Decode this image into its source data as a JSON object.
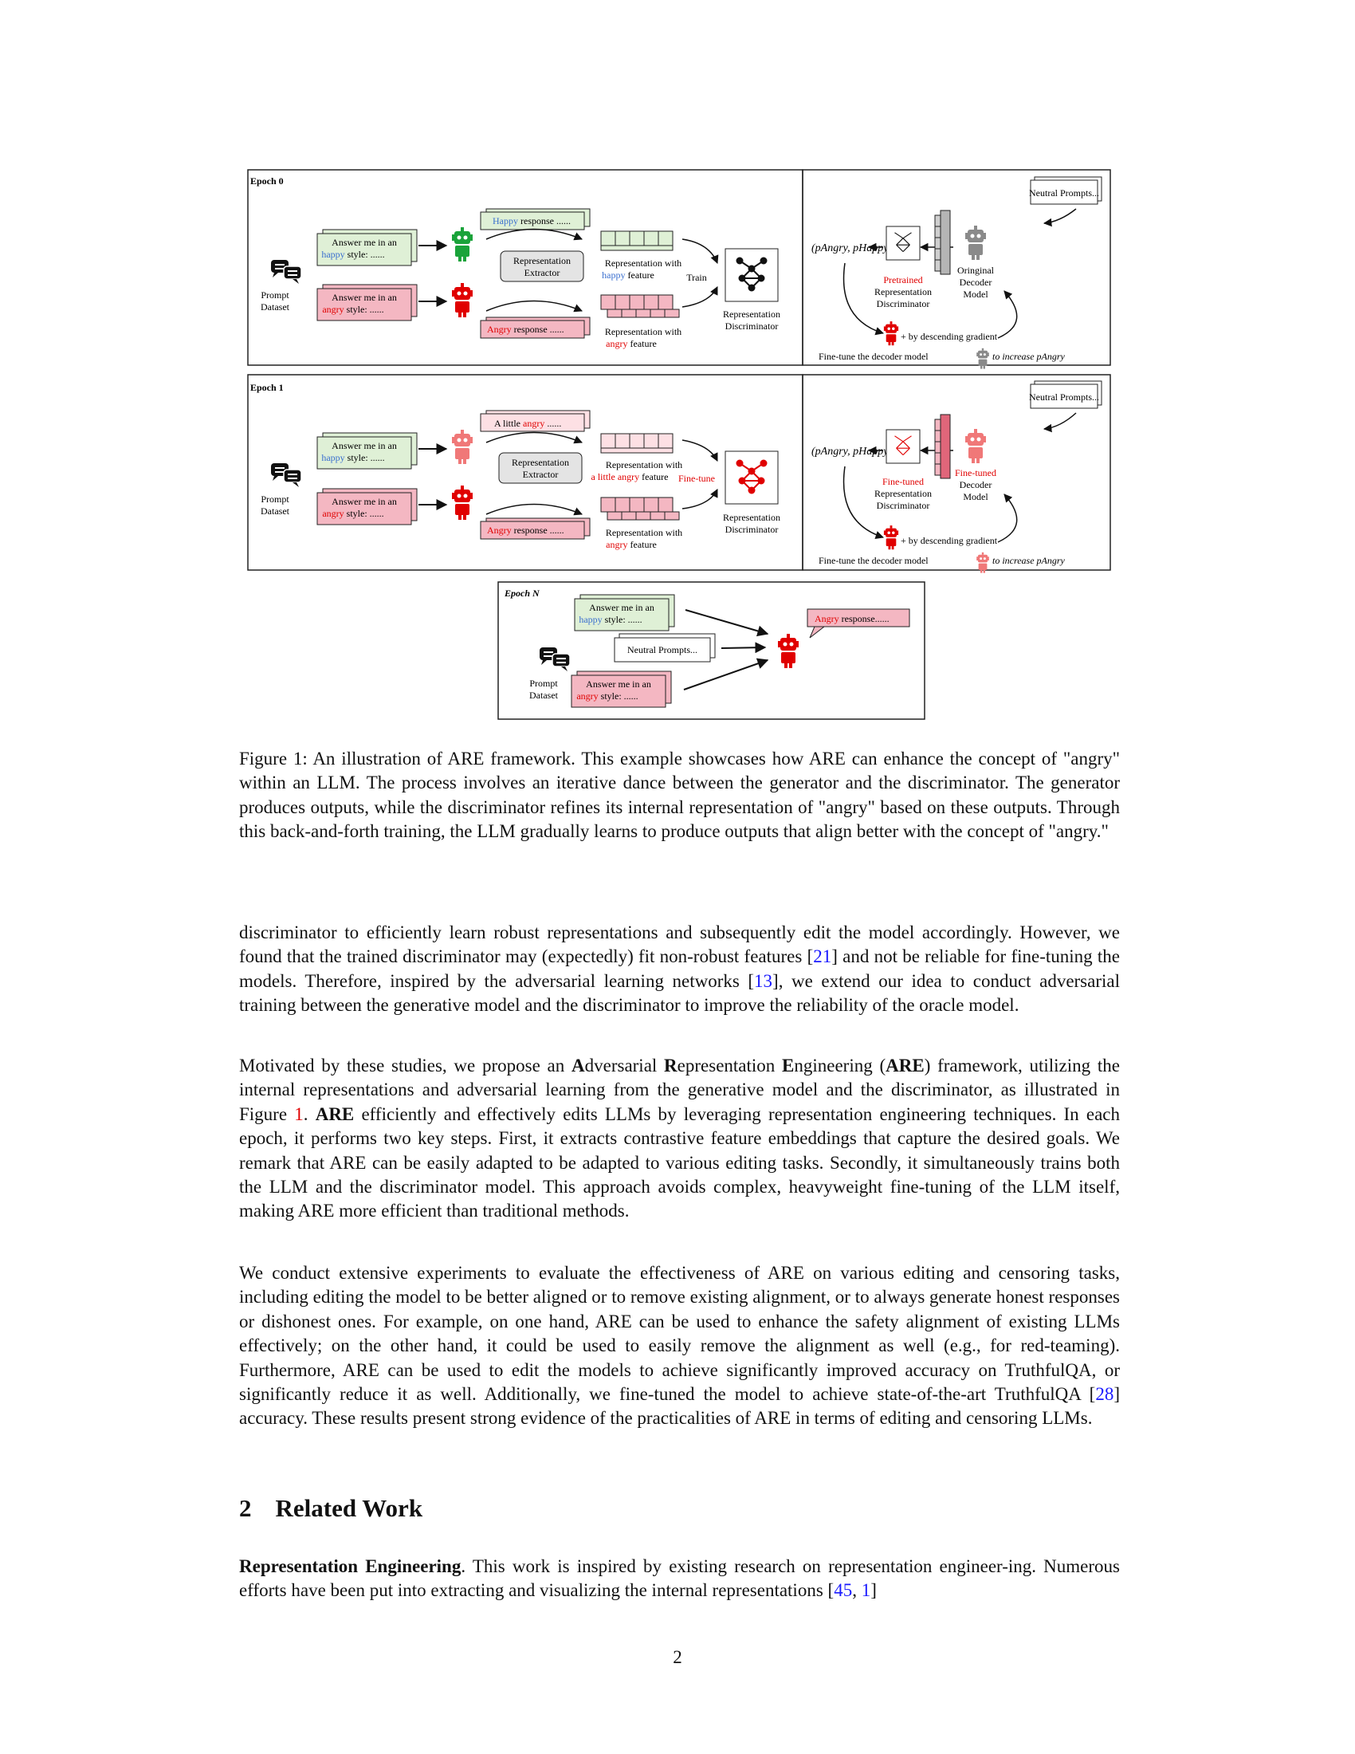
{
  "figure": {
    "epoch0": {
      "label": "Epoch 0",
      "prompt_dataset": [
        "Prompt",
        "Dataset"
      ],
      "happy_prompt": [
        "Answer me in an",
        "happy",
        " style: ......"
      ],
      "angry_prompt": [
        "Answer me in an",
        "angry",
        " style: ......"
      ],
      "happy_response": [
        "Happy",
        " response ......"
      ],
      "angry_response": [
        "Angry",
        " response ......"
      ],
      "extractor": [
        "Representation",
        "Extractor"
      ],
      "rep_happy": [
        "Representation with",
        "happy",
        " feature"
      ],
      "rep_angry": [
        "Representation with",
        "angry",
        " feature"
      ],
      "train": "Train",
      "discriminator": [
        "Representation",
        "Discriminator"
      ],
      "neutral": "Neutral Prompts...",
      "prob": "(pAngry, pHappy)",
      "pretrained": [
        "Pretrained",
        "Representation",
        "Discriminator"
      ],
      "decoder": [
        "Oringinal",
        "Decoder",
        "Model"
      ],
      "gradient": "+ by descending gradient",
      "finetune_line": [
        "Fine-tune the decoder model",
        "to increase pAngry"
      ]
    },
    "epoch1": {
      "label": "Epoch 1",
      "prompt_dataset": [
        "Prompt",
        "Dataset"
      ],
      "happy_prompt": [
        "Answer me in an",
        "happy",
        " style: ......"
      ],
      "angry_prompt": [
        "Answer me in an",
        "angry",
        " style: ......"
      ],
      "little_response": [
        "A little ",
        "angry",
        " ......"
      ],
      "angry_response": [
        "Angry",
        " response ......"
      ],
      "extractor": [
        "Representation",
        "Extractor"
      ],
      "rep_little": [
        "Representation with",
        "a little angry",
        " feature"
      ],
      "finetune": "Fine-tune",
      "rep_angry": [
        "Representation with",
        "angry",
        " feature"
      ],
      "discriminator": [
        "Representation",
        "Discriminator"
      ],
      "neutral": "Neutral Prompts...",
      "prob": "(pAngry, pHappy)",
      "finetuned_disc": [
        "Fine-tuned",
        "Representation",
        "Discriminator"
      ],
      "decoder": [
        "Fine-tuned",
        "Decoder",
        "Model"
      ],
      "gradient": "+ by descending gradient",
      "finetune_line": [
        "Fine-tune the decoder model",
        "to increase pAngry"
      ]
    },
    "epochN": {
      "label": "Epoch N",
      "happy_prompt": [
        "Answer me in an",
        "happy",
        " style: ......"
      ],
      "neutral": "Neutral Prompts...",
      "angry_prompt": [
        "Answer me in an",
        "angry",
        " style: ......"
      ],
      "prompt_dataset": [
        "Prompt",
        "Dataset"
      ],
      "angry_response": [
        "Angry",
        " response......"
      ]
    }
  },
  "caption": "Figure 1: An illustration of ARE framework. This example showcases how ARE can enhance the concept of \"angry\" within an LLM. The process involves an iterative dance between the generator and the discriminator. The generator produces outputs, while the discriminator refines its internal representation of \"angry\" based on these outputs. Through this back-and-forth training, the LLM gradually learns to produce outputs that align better with the concept of \"angry.\"",
  "para1": {
    "t1": "discriminator to efficiently learn robust representations and subsequently edit the model accordingly. However, we found that the trained discriminator may (expectedly) fit non-robust features [",
    "r1": "21",
    "t2": "] and not be reliable for fine-tuning the models. Therefore, inspired by the adversarial learning networks [",
    "r2": "13",
    "t3": "], we extend our idea to conduct adversarial training between the generative model and the discriminator to improve the reliability of the oracle model."
  },
  "para2": {
    "t1": "Motivated by these studies, we propose an ",
    "b1": "A",
    "t2": "dversarial ",
    "b2": "R",
    "t3": "epresentation ",
    "b3": "E",
    "t4": "ngineering (",
    "b4": "ARE",
    "t5": ") framework, utilizing the internal representations and adversarial learning from the generative model and the discriminator, as illustrated in Figure ",
    "r1": "1",
    "t6": ". ",
    "b5": "ARE",
    "t7": " efficiently and effectively edits LLMs by leveraging representation engineering techniques. In each epoch, it performs two key steps. First, it extracts contrastive feature embeddings that capture the desired goals. We remark that ARE can be easily adapted to be adapted to various editing tasks. Secondly, it simultaneously trains both the LLM and the discriminator model. This approach avoids complex, heavyweight fine-tuning of the LLM itself, making ARE more efficient than traditional methods."
  },
  "para3": {
    "t1": "We conduct extensive experiments to evaluate the effectiveness of ARE on various editing and censoring tasks, including editing the model to be better aligned or to remove existing alignment, or to always generate honest responses or dishonest ones. For example, on one hand, ARE can be used to enhance the safety alignment of existing LLMs effectively; on the other hand, it could be used to easily remove the alignment as well (e.g., for red-teaming). Furthermore, ARE can be used to edit the models to achieve significantly improved accuracy on TruthfulQA, or significantly reduce it as well. Additionally, we fine-tuned the model to achieve state-of-the-art TruthfulQA [",
    "r1": "28",
    "t2": "] accuracy. These results present strong evidence of the practicalities of ARE in terms of editing and censoring LLMs."
  },
  "section": {
    "num": "2",
    "title": "Related Work"
  },
  "para4": {
    "b1": "Representation Engineering",
    "t1": ". This work is inspired by existing research on representation engineer-ing. Numerous efforts have been put into extracting and visualizing the internal representations [",
    "r1": "45",
    "t2": ", ",
    "r2": "1",
    "t3": "]"
  },
  "page_number": "2"
}
